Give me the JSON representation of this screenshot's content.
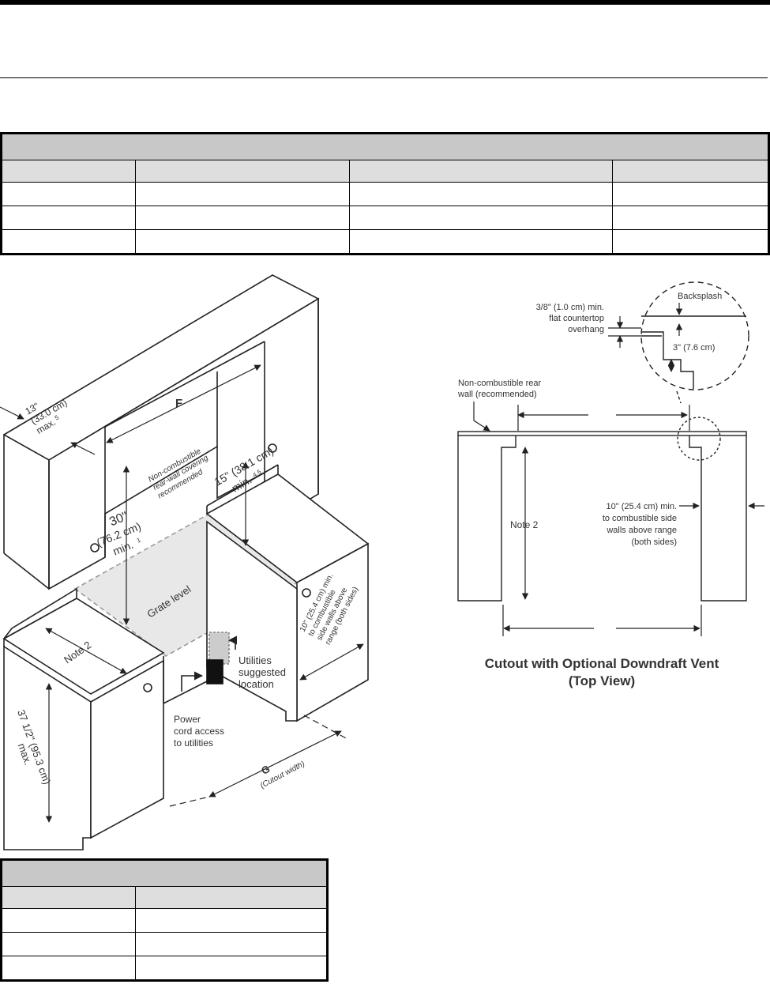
{
  "left_diagram": {
    "label_F": "F",
    "label_13_l1": "13\"",
    "label_13_l2": "(33.0 cm)",
    "label_13_l3": "max.",
    "label_13_sup": "5",
    "label_noncomb_l1": "Non-combustible",
    "label_noncomb_l2": "rear-wall covering",
    "label_noncomb_l3": "recommended",
    "label_15_l1": "15\" (38.1 cm)",
    "label_15_l2": "min.",
    "label_15_sup": "4,5",
    "label_30_l1": "30\"",
    "label_30_l2": "(76.2 cm)",
    "label_30_l3": "min.",
    "label_30_sup": "1",
    "label_grate": "Grate level",
    "label_10_l1": "10\" (25.4 cm) min.",
    "label_10_l2": "to combustible",
    "label_10_l3": "side walls above",
    "label_10_l4": "range (both sides)",
    "label_note2": "Note 2",
    "label_utilities_l1": "Utilities",
    "label_utilities_l2": "suggested",
    "label_utilities_l3": "location",
    "label_power_l1": "Power",
    "label_power_l2": "cord access",
    "label_power_l3": "to utilities",
    "label_37_l1": "37 1/2\" (95.3 cm)",
    "label_37_l2": "max.",
    "label_G": "G",
    "label_cutout_width": "(Cutout width)"
  },
  "right_diagram": {
    "label_backsplash": "Backsplash",
    "label_overhang_l1": "3/8\" (1.0 cm) min.",
    "label_overhang_l2": "flat countertop",
    "label_overhang_l3": "overhang",
    "label_3in": "3\" (7.6 cm)",
    "label_rearwall_l1": "Non-combustible rear",
    "label_rearwall_l2": "wall (recommended)",
    "label_note2": "Note 2",
    "label_10_l1": "10\" (25.4 cm) min.",
    "label_10_l2": "to combustible side",
    "label_10_l3": "walls above range",
    "label_10_l4": "(both sides)",
    "caption_l1": "Cutout with Optional Downdraft Vent",
    "caption_l2": "(Top View)"
  }
}
